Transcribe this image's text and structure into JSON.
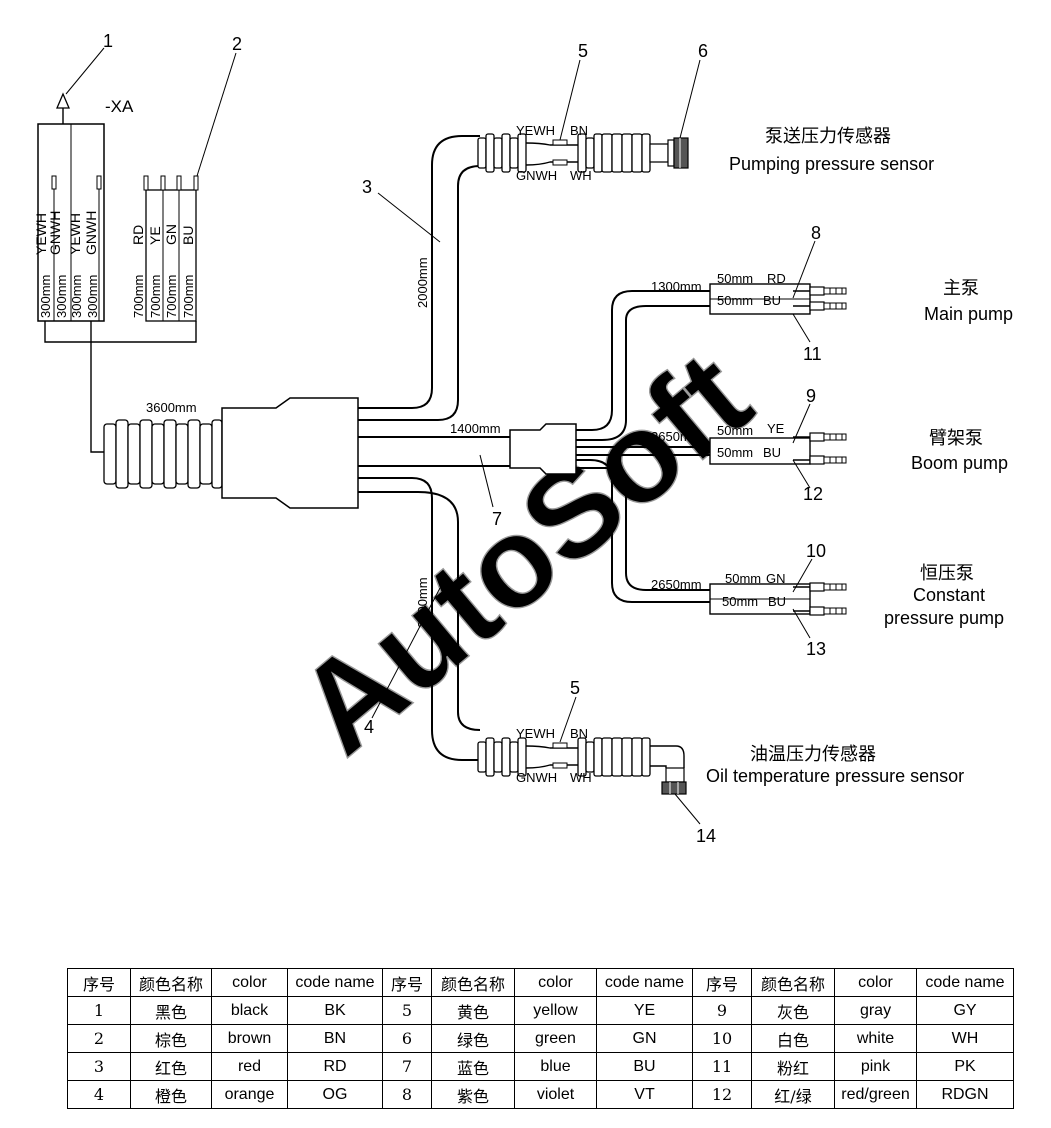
{
  "connector_xa": {
    "designation": "-XA"
  },
  "callouts": [
    "1",
    "2",
    "3",
    "5",
    "6",
    "8",
    "11",
    "9",
    "12",
    "7",
    "10",
    "13",
    "4",
    "5",
    "14"
  ],
  "left_block": {
    "wires": [
      {
        "color": "YEWH",
        "length": "300mm"
      },
      {
        "color": "GNWH",
        "length": "300mm"
      },
      {
        "color": "YEWH",
        "length": "300mm"
      },
      {
        "color": "GNWH",
        "length": "300mm"
      }
    ]
  },
  "right_block": {
    "wires": [
      {
        "color": "RD",
        "length": "700mm"
      },
      {
        "color": "YE",
        "length": "700mm"
      },
      {
        "color": "GN",
        "length": "700mm"
      },
      {
        "color": "BU",
        "length": "700mm"
      }
    ]
  },
  "trunk_length": "3600mm",
  "branch_lengths": {
    "pumping": "2000mm",
    "middle": "1400mm",
    "oil": "2300mm",
    "main_pump": "1300mm",
    "boom_pump": "2650mm",
    "constant_pump": "2650mm"
  },
  "sensor_wires": {
    "top_left": "YEWH",
    "top_right": "BN",
    "bottom_left": "GNWH",
    "bottom_right": "WH"
  },
  "pump_wires": {
    "main": [
      {
        "length": "50mm",
        "color": "RD"
      },
      {
        "length": "50mm",
        "color": "BU"
      }
    ],
    "boom": [
      {
        "length": "50mm",
        "color": "YE"
      },
      {
        "length": "50mm",
        "color": "BU"
      }
    ],
    "constant": [
      {
        "length": "50mm",
        "color": "GN"
      },
      {
        "length": "50mm",
        "color": "BU"
      }
    ]
  },
  "labels": {
    "pumping_sensor_cn": "泵送压力传感器",
    "pumping_sensor_en": "Pumping pressure sensor",
    "main_pump_cn": "主泵",
    "main_pump_en": "Main pump",
    "boom_pump_cn": "臂架泵",
    "boom_pump_en": "Boom pump",
    "constant_pump_cn": "恒压泵",
    "constant_pump_en_1": "Constant",
    "constant_pump_en_2": "pressure pump",
    "oil_sensor_cn": "油温压力传感器",
    "oil_sensor_en": "Oil temperature pressure sensor"
  },
  "watermark": "AutoSoft",
  "color_table": {
    "headers": [
      "序号",
      "颜色名称",
      "color",
      "code name",
      "序号",
      "颜色名称",
      "color",
      "code name",
      "序号",
      "颜色名称",
      "color",
      "code name"
    ],
    "rows": [
      [
        "1",
        "黑色",
        "black",
        "BK",
        "5",
        "黄色",
        "yellow",
        "YE",
        "9",
        "灰色",
        "gray",
        "GY"
      ],
      [
        "2",
        "棕色",
        "brown",
        "BN",
        "6",
        "绿色",
        "green",
        "GN",
        "10",
        "白色",
        "white",
        "WH"
      ],
      [
        "3",
        "红色",
        "red",
        "RD",
        "7",
        "蓝色",
        "blue",
        "BU",
        "11",
        "粉红",
        "pink",
        "PK"
      ],
      [
        "4",
        "橙色",
        "orange",
        "OG",
        "8",
        "紫色",
        "violet",
        "VT",
        "12",
        "红/绿",
        "red/green",
        "RDGN"
      ]
    ]
  }
}
